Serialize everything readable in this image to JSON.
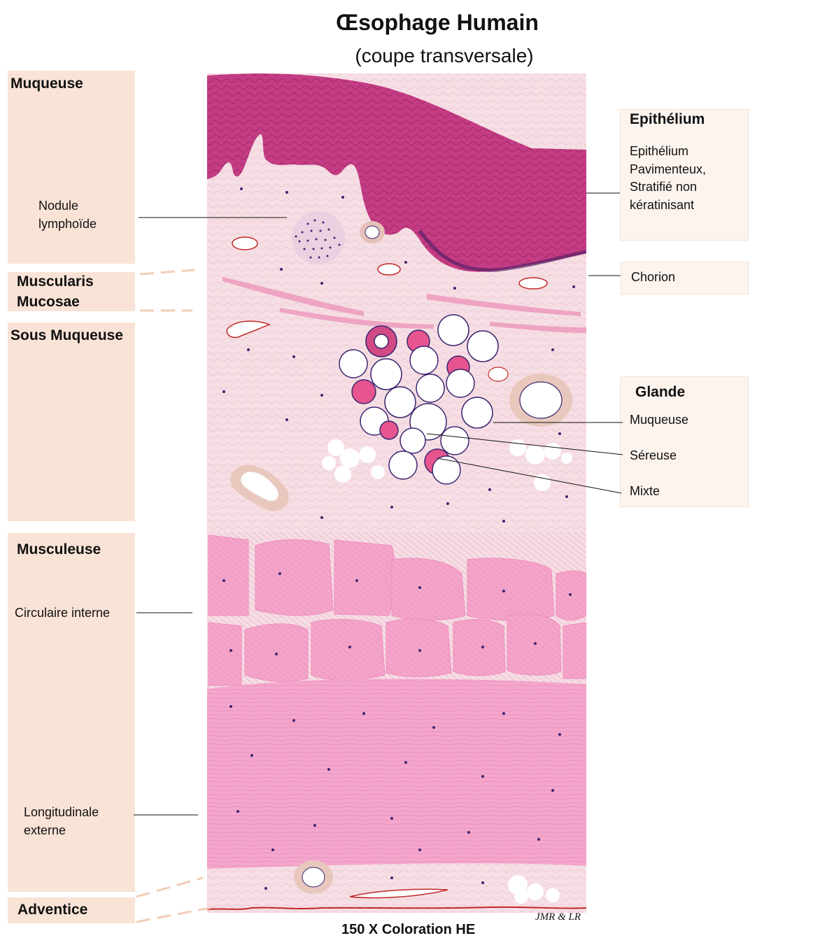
{
  "title": "Œsophage Humain",
  "subtitle": "(coupe transversale)",
  "left": {
    "muqueuse": "Muqueuse",
    "nodule": [
      "Nodule",
      "lymphoïde"
    ],
    "muscularis": [
      "Muscularis",
      "Mucosae"
    ],
    "sous_muqueuse": "Sous Muqueuse",
    "musculeuse": "Musculeuse",
    "circulaire": "Circulaire interne",
    "longitudinale": [
      "Longitudinale",
      "externe"
    ],
    "adventice": "Adventice"
  },
  "right": {
    "epithelium_title": "Epithélium",
    "epithelium_desc": [
      "Epithélium",
      "Pavimenteux,",
      "Stratifié non",
      "kératinisant"
    ],
    "chorion": "Chorion",
    "glande_title": "Glande",
    "glande_items": [
      "Muqueuse",
      "Séreuse",
      "Mixte"
    ]
  },
  "footer": "150 X Coloration HE",
  "signature": "JMR  & LR",
  "colors": {
    "panel_left": "#f9e3d6",
    "panel_right": "#fdf4ee",
    "epithelium": "#c2357e",
    "connective": "#f6dfe4",
    "muscle": "#f4a4c9",
    "nucleus": "#3b2570"
  }
}
